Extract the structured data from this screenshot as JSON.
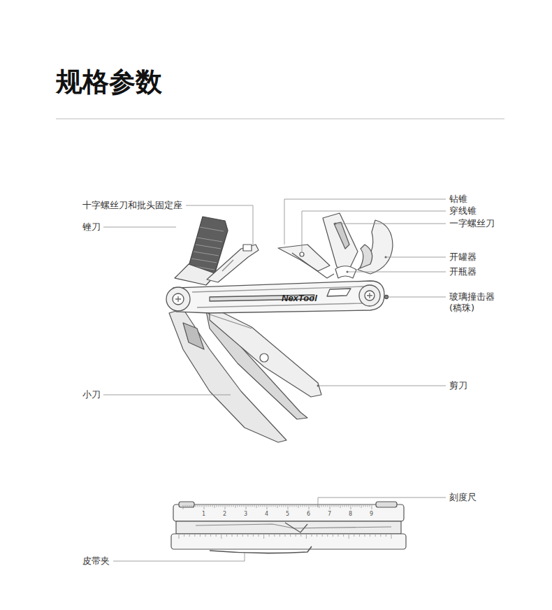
{
  "diagram": {
    "title": "规格参数",
    "labels": [
      "十字螺丝刀和批头固定座",
      "锉刀",
      "小刀",
      "钻锥",
      "穿线锥",
      "一字螺丝刀",
      "开罐器",
      "开瓶器",
      "玻璃撞击器 (稿珠)",
      "剪刀",
      "刻度尺",
      "皮带夹",
      "NexTool",
      "1",
      "2",
      "3",
      "4",
      "5",
      "6",
      "7",
      "8",
      "9"
    ]
  }
}
